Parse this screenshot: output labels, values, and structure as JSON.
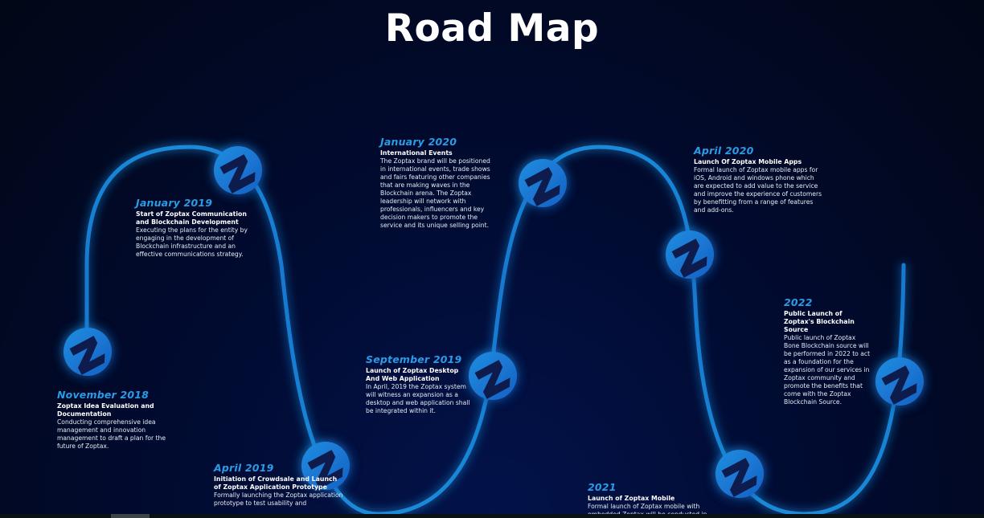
{
  "title": "Road Map",
  "colors": {
    "path_light": "#1e9be3",
    "path_dark": "#123e99",
    "date_text": "#2a9be6",
    "background": "#010c2b"
  },
  "node_icon": "z-logo-icon",
  "milestones": [
    {
      "date": "November 2018",
      "heading": "Zoptax Idea Evaluation and Documentation",
      "description": "Conducting comprehensive idea management and innovation management to draft a plan for the future of Zoptax."
    },
    {
      "date": "January 2019",
      "heading": "Start of  Zoptax Communication and Blockchain Development",
      "description": "Executing the plans for the entity by engaging in the development of Blockchain infrastructure and an effective communications strategy."
    },
    {
      "date": "April 2019",
      "heading": "Initiation of Crowdsale and Launch of Zoptax Application Prototype",
      "description": "Formally launching the Zoptax application prototype to test usability and"
    },
    {
      "date": "September 2019",
      "heading": "Launch of Zoptax Desktop And Web Application",
      "description": "In April, 2019 the Zoptax system will witness an expansion as a desktop and web application shall be integrated within it."
    },
    {
      "date": "January 2020",
      "heading": "International Events",
      "description": "The Zoptax brand will be positioned in international events, trade shows and fairs featuring other companies that are making waves in the Blockchain arena. The Zoptax leadership will network with professionals, influencers and key decision makers to promote the service and its unique selling point."
    },
    {
      "date": "April 2020",
      "heading": "Launch Of Zoptax Mobile Apps",
      "description": "Formal launch of Zoptax mobile apps for iOS, Android and windows phone which are expected to add value to the service and improve the experience of customers by benefitting from a range of features and add-ons."
    },
    {
      "date": "2021",
      "heading": "Launch of Zoptax Mobile",
      "description": "Formal launch of Zoptax mobile with embedded Zoptax will be conducted in"
    },
    {
      "date": "2022",
      "heading": "Public Launch of Zoptax's Blockchain Source",
      "description": "Public launch of Zoptax Bone Blockchain source will be performed in 2022 to act as a foundation for the expansion of our services in Zoptax community and promote the benefits that come with the Zoptax Blockchain Source."
    }
  ]
}
